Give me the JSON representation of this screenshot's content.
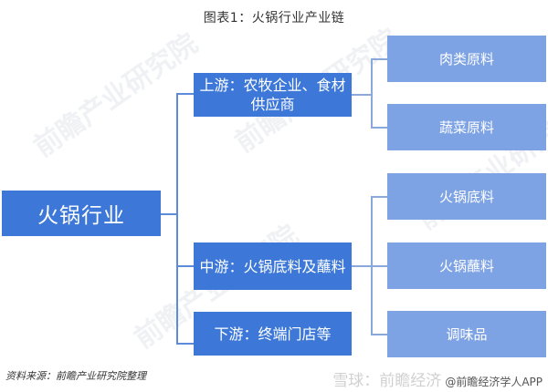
{
  "title": "图表1：火锅行业产业链",
  "root": {
    "label": "火锅行业"
  },
  "stages": [
    {
      "label_line1": "上游：农牧企业、食材",
      "label_line2": "供应商"
    },
    {
      "label_line1": "中游：火锅底料及蘸料",
      "label_line2": ""
    },
    {
      "label_line1": "下游：终端门店等",
      "label_line2": ""
    }
  ],
  "leaves": [
    {
      "label": "肉类原料"
    },
    {
      "label": "蔬菜原料"
    },
    {
      "label": "火锅底料"
    },
    {
      "label": "火锅蘸料"
    },
    {
      "label": "调味品"
    }
  ],
  "watermark": {
    "text": "前瞻产业研究院"
  },
  "footer": {
    "source": "资料来源：前瞻产业研究院整理",
    "xueqiu": "雪球：前瞻经济",
    "credit": "@前瞻经济学人APP"
  },
  "colors": {
    "root_box": "#3d78d8",
    "stage_box": "#3d78d8",
    "leaf_box": "#7ea3e4",
    "connector": "#5b8bd9"
  }
}
